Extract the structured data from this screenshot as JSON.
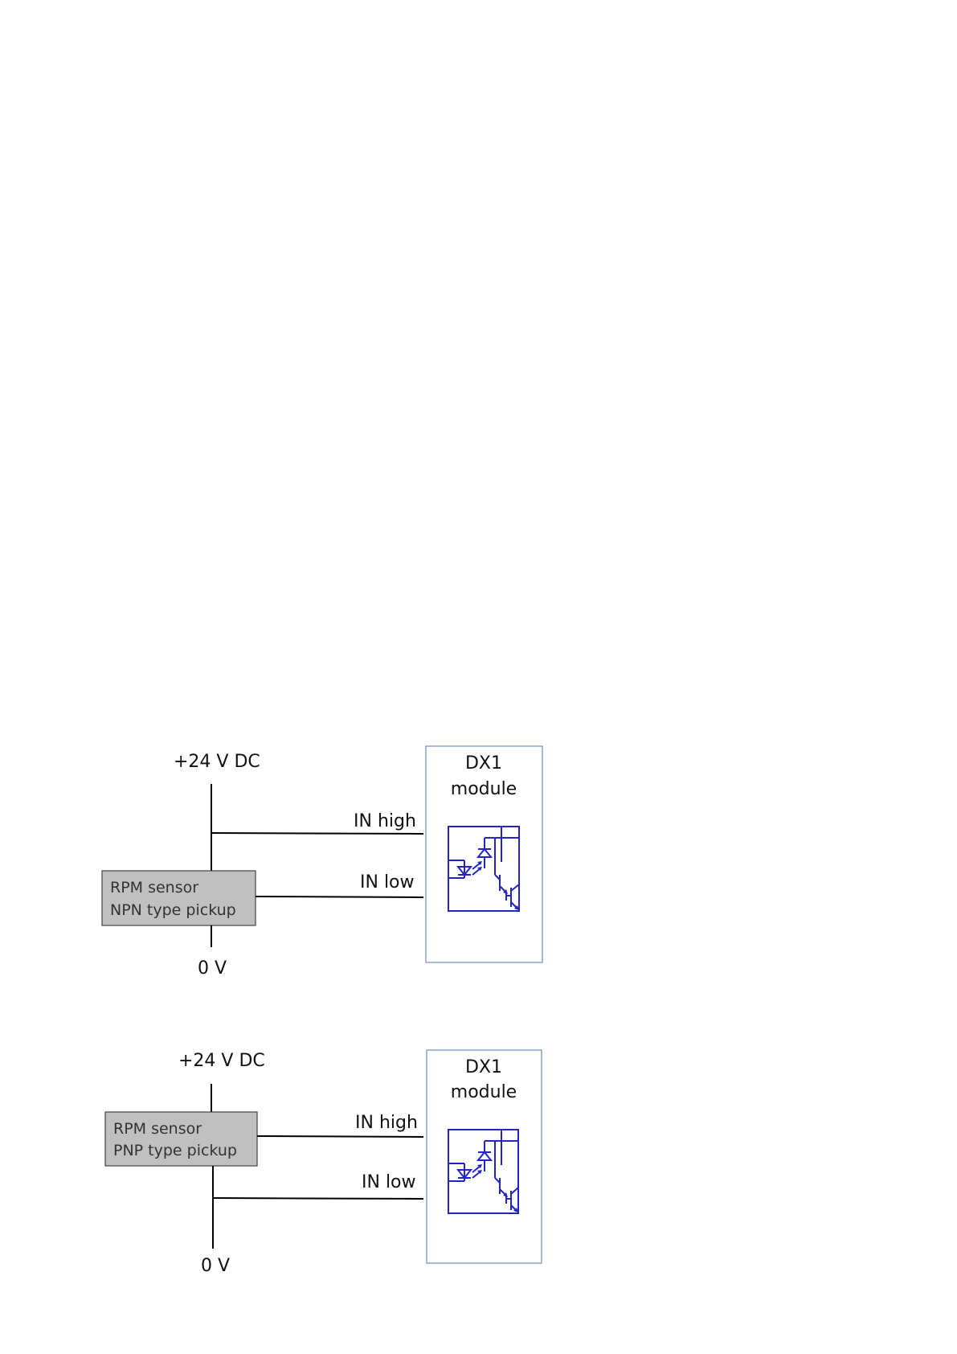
{
  "diagram_npn": {
    "supply_label": "+24 V DC",
    "ground_label": "0 V",
    "module_line1": "DX1",
    "module_line2": "module",
    "in_high_label": "IN high",
    "in_low_label": "IN low",
    "sensor_line1": "RPM sensor",
    "sensor_line2": "NPN type pickup"
  },
  "diagram_pnp": {
    "supply_label": "+24 V DC",
    "ground_label": "0 V",
    "module_line1": "DX1",
    "module_line2": "module",
    "in_high_label": "IN high",
    "in_low_label": "IN low",
    "sensor_line1": "RPM sensor",
    "sensor_line2": "PNP type pickup"
  },
  "colors": {
    "wire": "#000000",
    "optocoupler": "#2323c8",
    "module_border": "#6a8bc0",
    "sensor_fill": "#c0c0c0"
  }
}
